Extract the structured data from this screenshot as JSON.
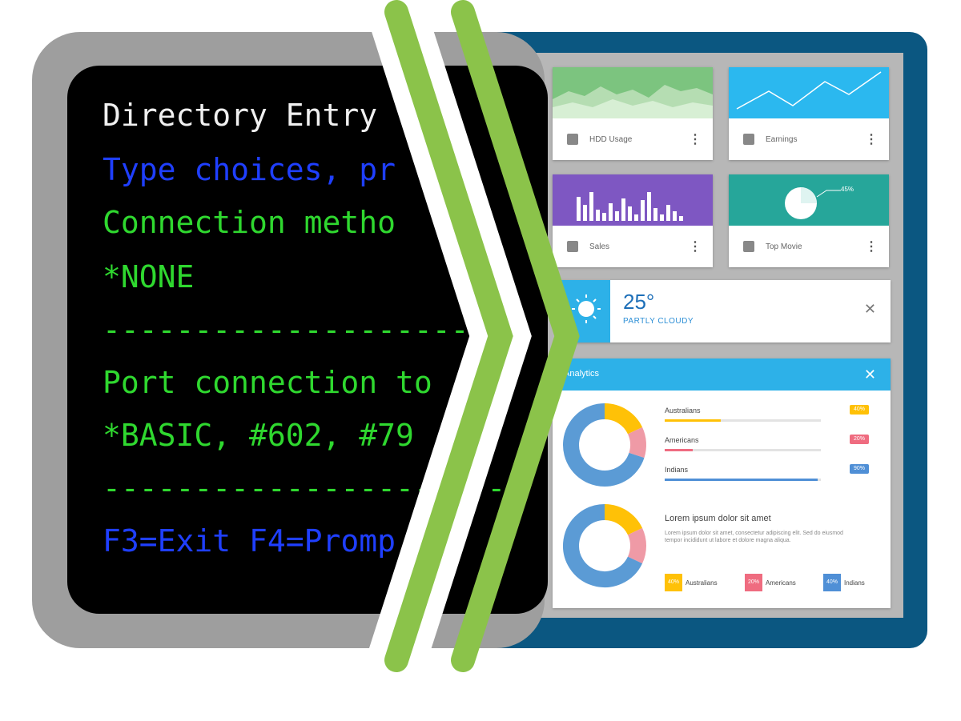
{
  "terminal": {
    "lines": [
      {
        "text": "Directory Entry",
        "color": "white"
      },
      {
        "text": "Type choices, pr",
        "color": "blue"
      },
      {
        "text": "Connection metho",
        "color": "green"
      },
      {
        "text": "*NONE",
        "color": "green"
      },
      {
        "text": "----------------------",
        "color": "green"
      },
      {
        "text": "Port connection to",
        "color": "green"
      },
      {
        "text": "*BASIC, #602, #79",
        "color": "green"
      },
      {
        "text": "----------------------",
        "color": "green"
      },
      {
        "text": "F3=Exit F4=Promp",
        "color": "blue"
      }
    ]
  },
  "dashboard": {
    "cards": [
      {
        "label": "HDD Usage",
        "icon": "database-icon",
        "color": "#65b86c"
      },
      {
        "label": "Earnings",
        "icon": "dollar-icon",
        "color": "#2bb8ef"
      },
      {
        "label": "Sales",
        "icon": "briefcase-icon",
        "color": "#7e57c2"
      },
      {
        "label": "Top Movie",
        "icon": "film-icon",
        "color": "#26a69a"
      }
    ],
    "pie_percent_label": "45%",
    "weather": {
      "temp": "25°",
      "condition": "PARTLY CLOUDY"
    },
    "analytics": {
      "title": "Analytics",
      "stats": [
        {
          "label": "Australians",
          "badge": "40%",
          "value": 0.36,
          "color": "#ffc107"
        },
        {
          "label": "Americans",
          "badge": "20%",
          "value": 0.18,
          "color": "#ef6c80"
        },
        {
          "label": "Indians",
          "badge": "90%",
          "value": 0.98,
          "color": "#4f8fd6"
        }
      ],
      "lorem_title": "Lorem ipsum dolor sit amet",
      "lorem_body": "Lorem ipsum dolor sit amet, consectetur adipiscing elit. Sed do eiusmod tempor incididunt ut labore et dolore magna aliqua.",
      "legend": [
        {
          "label": "Australians",
          "badge": "40%",
          "color": "#ffc107"
        },
        {
          "label": "Americans",
          "badge": "20%",
          "color": "#ef6c80"
        },
        {
          "label": "Indians",
          "badge": "40%",
          "color": "#4f8fd6"
        }
      ]
    },
    "add_button": "+"
  }
}
